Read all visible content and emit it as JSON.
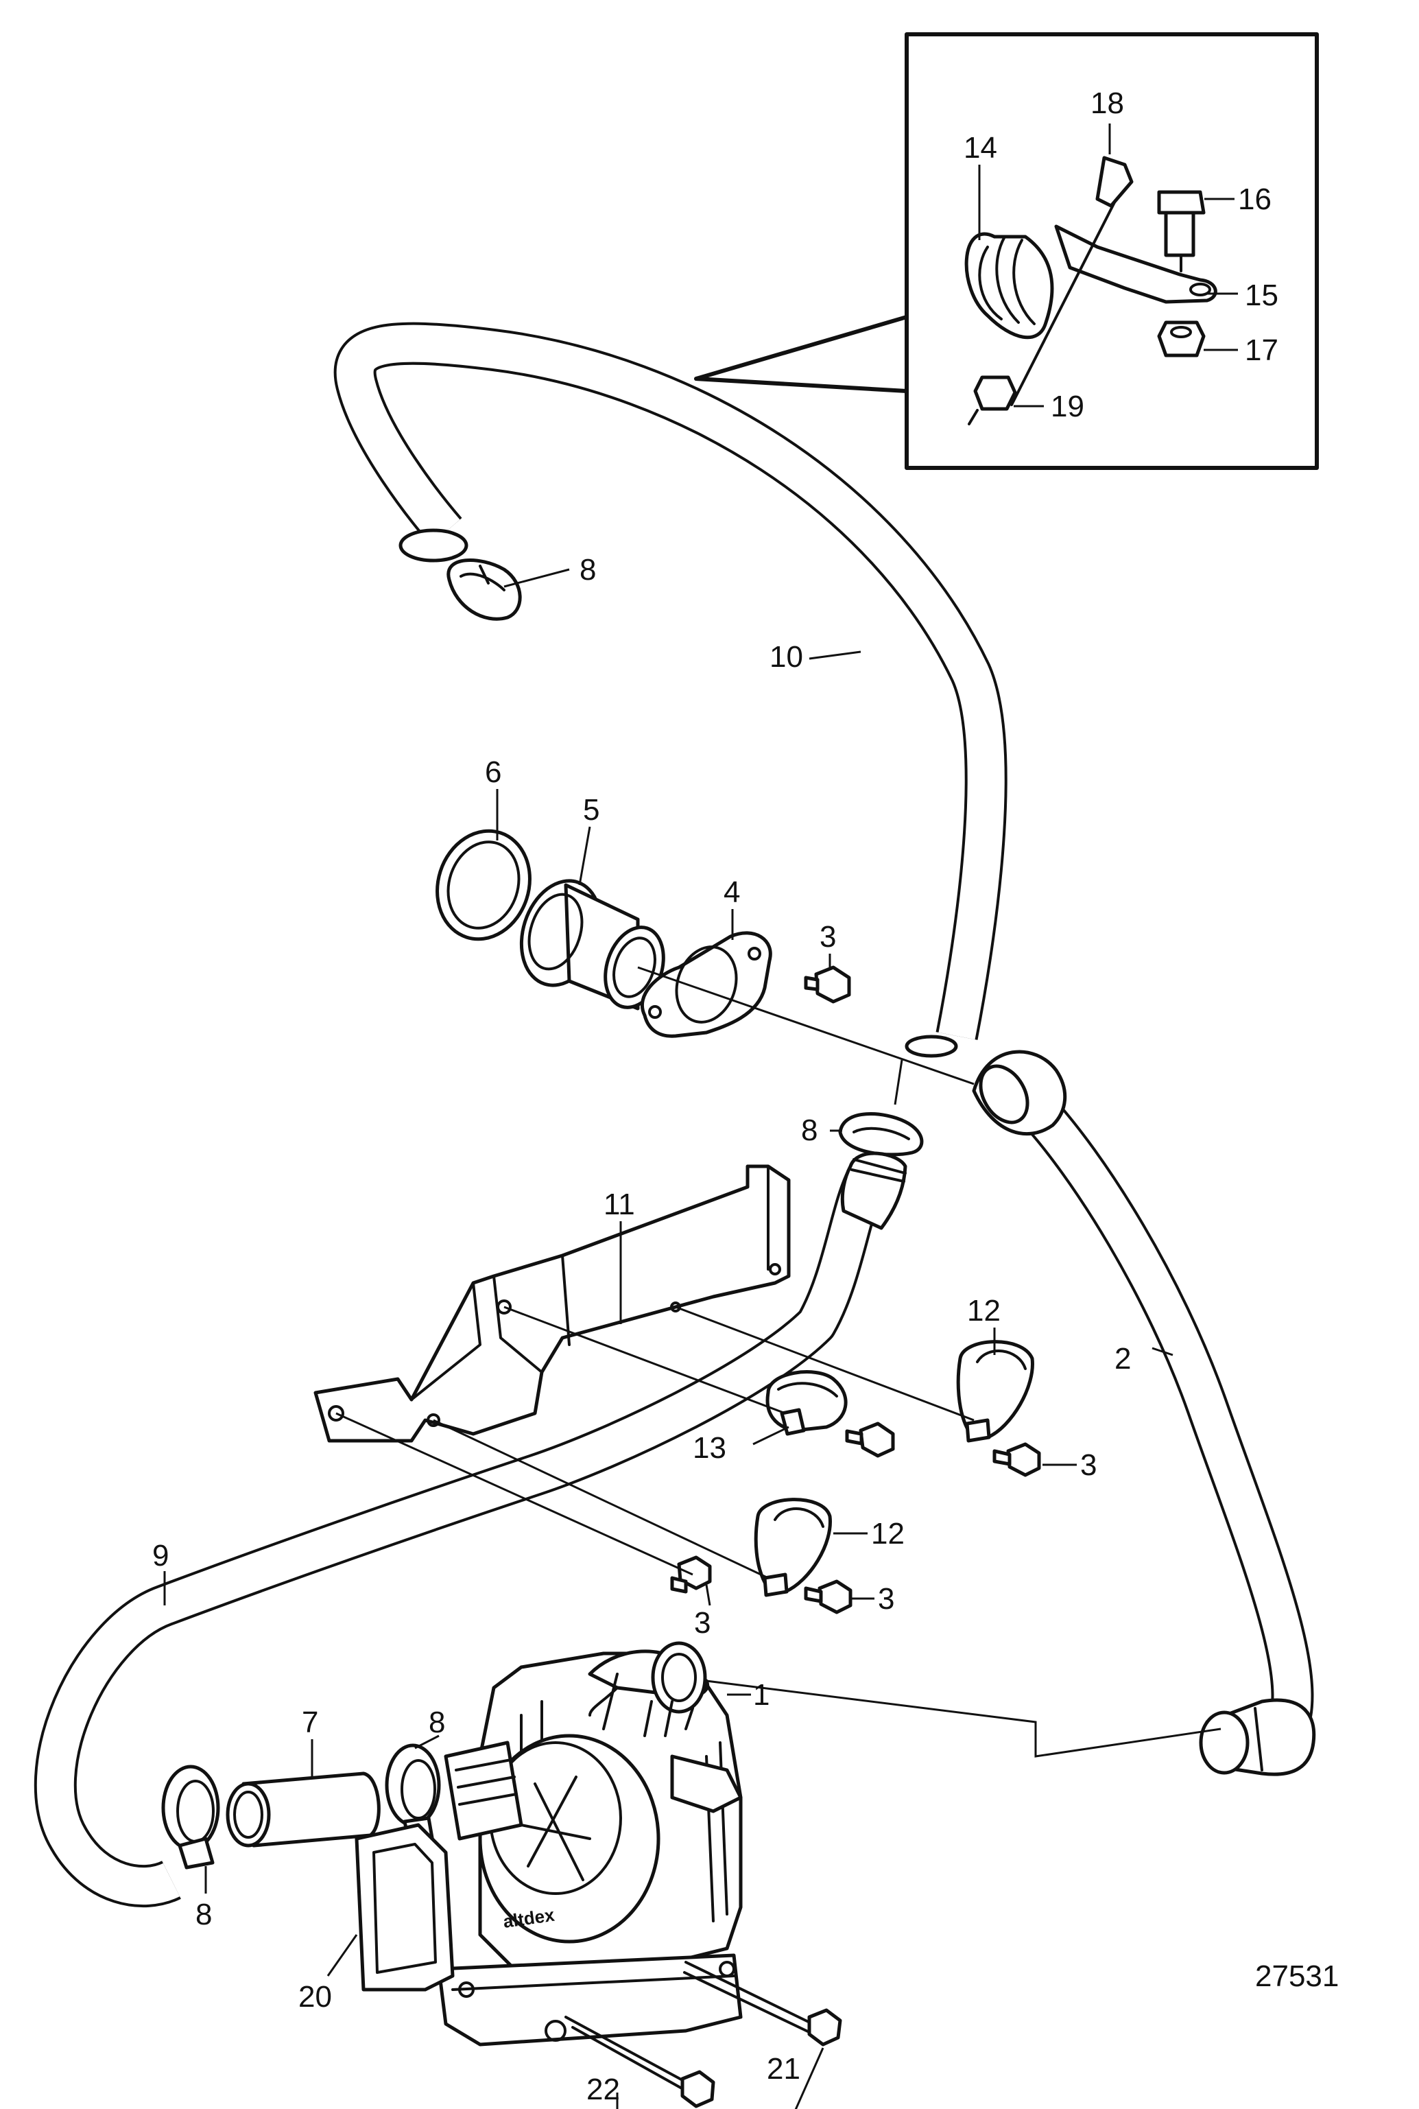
{
  "figure_number": "27531",
  "labels": {
    "l18": "18",
    "l14": "14",
    "l16": "16",
    "l15": "15",
    "l17": "17",
    "l19": "19",
    "l8_top": "8",
    "l10": "10",
    "l6": "6",
    "l5": "5",
    "l4": "4",
    "l3_top": "3",
    "l8_mid": "8",
    "l11": "11",
    "l12_top": "12",
    "l2": "2",
    "l13": "13",
    "l3_right": "3",
    "l12_mid": "12",
    "l3_mid": "3",
    "l3_low": "3",
    "l9": "9",
    "l7": "7",
    "l8_low": "8",
    "l1": "1",
    "l8_bottom": "8",
    "l20": "20",
    "l22": "22",
    "l21": "21"
  }
}
